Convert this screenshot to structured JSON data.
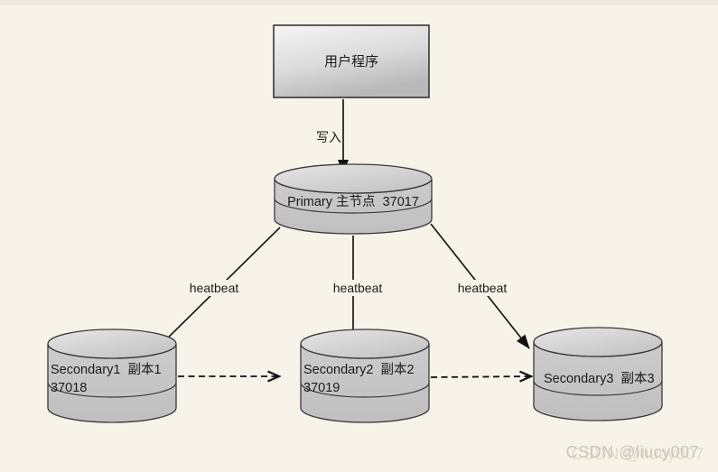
{
  "diagram": {
    "title_hint": "MongoDB replica set write / heartbeat diagram",
    "background_color": "#f8f3e9",
    "stroke_color": "#1c1c1c",
    "cylinder_body_color": "#c6c6c6",
    "cylinder_top_color": "#d8d8d8",
    "client_box": {
      "label": "用户程序"
    },
    "write_arrow_label": "写入",
    "primary": {
      "label": "Primary 主节点  37017"
    },
    "heartbeat_labels": [
      "heatbeat",
      "heatbeat",
      "heatbeat"
    ],
    "secondaries": [
      {
        "name": "Secondary1  副本1",
        "port": "37018"
      },
      {
        "name": "Secondary2  副本2",
        "port": "37019"
      },
      {
        "name": "Secondary3  副本3",
        "port": ""
      }
    ],
    "watermark": "CSDN @liucy007"
  }
}
